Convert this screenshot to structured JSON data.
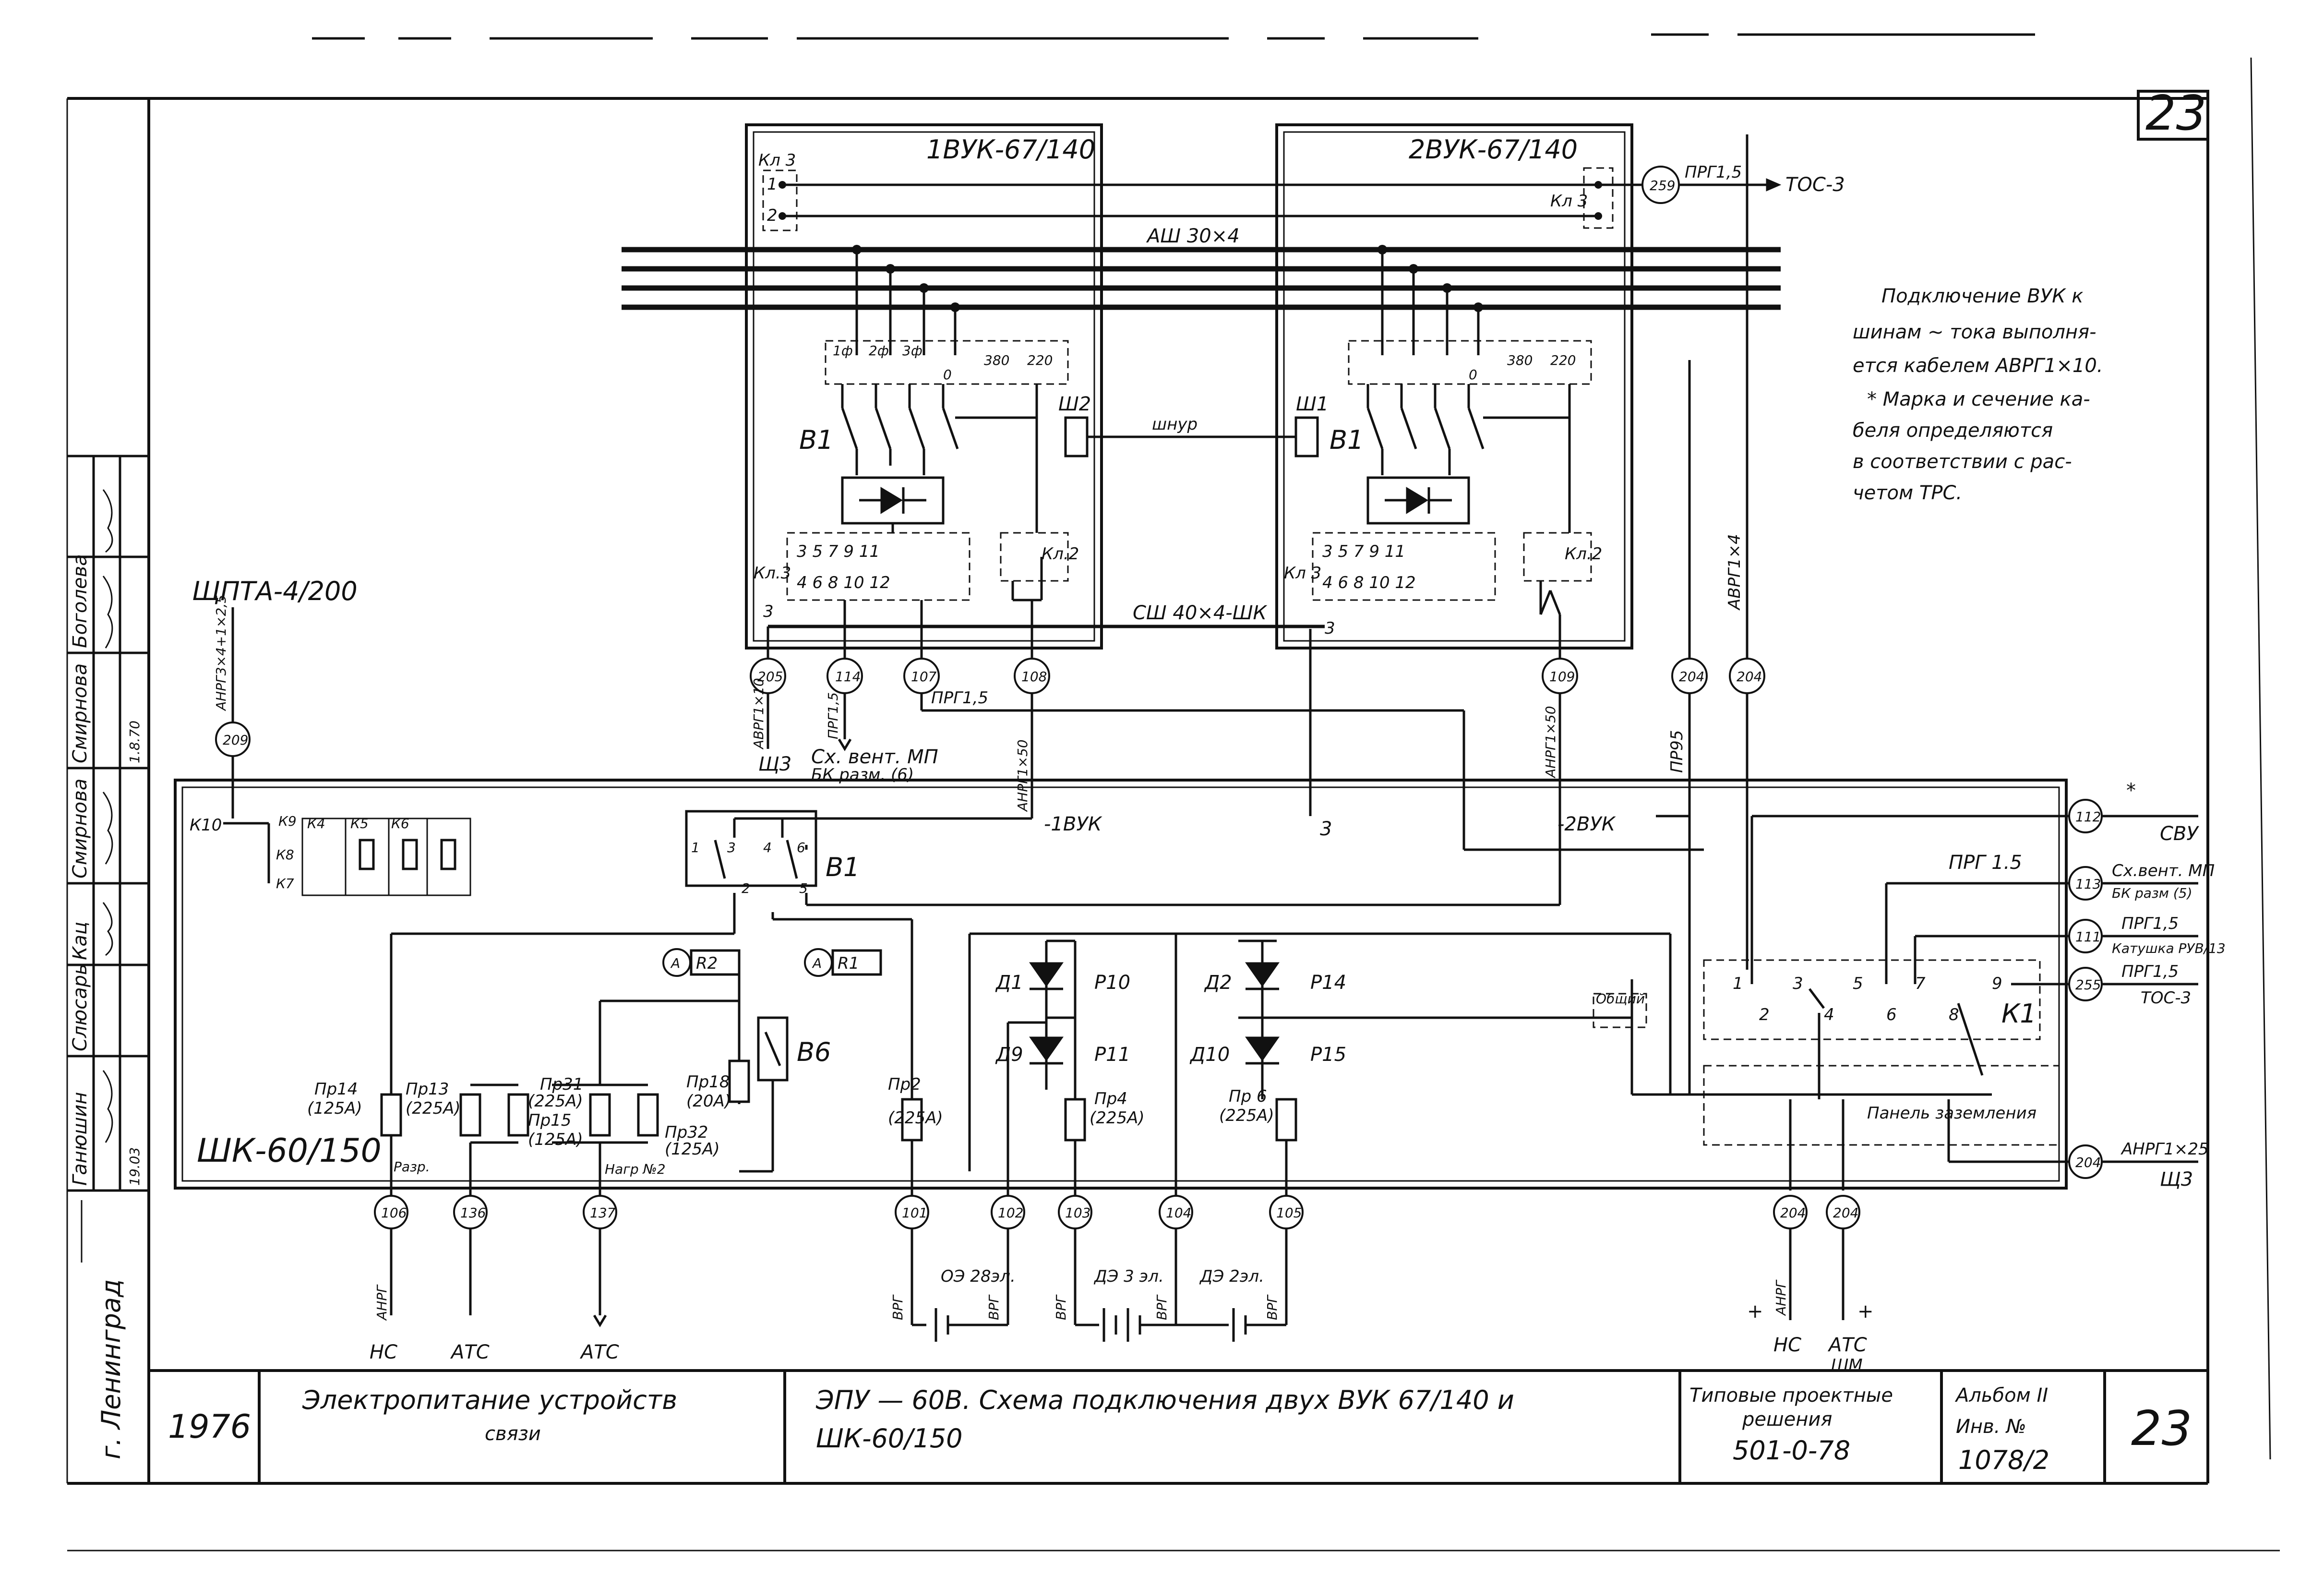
{
  "sheet_number": "23",
  "title_block": {
    "city": "г. Ленинград",
    "year": "1976",
    "subject_line1": "Электропитание устройств",
    "subject_line2": "связи",
    "drawing_line1": "ЭПУ — 60В.  Схема подключения двух ВУК 67/140 и",
    "drawing_line2": "ШК-60/150",
    "typical_label1": "Типовые проектные",
    "typical_label2": "решения",
    "typical_code": "501-0-78",
    "album_label": "Альбом II",
    "inv_label": "Инв. № ",
    "inv_value": "1078/2",
    "sheet": "23"
  },
  "approval_column": [
    {
      "name": "Ганюшин",
      "date": "19.03"
    },
    {
      "name": "Слюсарь",
      "date": ""
    },
    {
      "name": "Кац",
      "date": ""
    },
    {
      "name": "Смирнова",
      "date": ""
    },
    {
      "name": "Смирнова",
      "date": "1.8.70"
    },
    {
      "name": "Боголева",
      "date": ""
    }
  ],
  "note": {
    "line1": "Подключение ВУК к",
    "line2": "шинам ~ тока выполня-",
    "line3": "ется кабелем АВРГ1×10.",
    "line4": "* Марка и сечение ка-",
    "line5": "беля определяются",
    "line6": "в соответствии с рас-",
    "line7": "четом ТРС."
  },
  "vuk1": {
    "title": "1ВУК-67/140",
    "kl3": "Кл 3",
    "t1": "1",
    "t2": "2",
    "w1": "1ф",
    "w2": "2ф",
    "w3": "3ф",
    "w0": "0",
    "w380": "380",
    "w220": "220",
    "breaker": "В1",
    "plug": "Ш2",
    "kl3_low": "Кл.3",
    "kl2": "Кл.2",
    "terms_top": "3  5  7  9  11",
    "terms_bot": "4  6  8  10  12",
    "ground": "3"
  },
  "vuk2": {
    "title": "2ВУК-67/140",
    "kl3": "Кл 3",
    "breaker": "В1",
    "plug": "Ш1",
    "kl3_low": "Кл 3",
    "kl2": "Кл.2",
    "terms_top": "3  5  7  9  11",
    "terms_bot": "4  6  8  10  12",
    "w0": "0",
    "w380": "380",
    "w220": "220",
    "ground": "3"
  },
  "bus_label": "АШ 30×4",
  "cord_label": "шнур",
  "ground_bus_label": "СШ 40×4-ШК",
  "shchpta_label": "ЩПТА-4/200",
  "cable_209": "АНРГ3×4+1×2,5",
  "top_right": {
    "circle": "259",
    "cable": "ПРГ1,5",
    "target": "ТОС-3"
  },
  "circles_top": [
    {
      "id": "205",
      "cable": "АВРГ1×10",
      "target": "Щ3"
    },
    {
      "id": "114",
      "cable": "ПРГ1,5",
      "target": "Сх. вент. МП"
    },
    {
      "id": "107",
      "cable": "ПРГ1,5"
    },
    {
      "id": "108",
      "cable": "АНРГ1×50"
    },
    {
      "id": "109",
      "cable": "АНРГ1×50"
    },
    {
      "id": "204",
      "cable": "ПР95"
    },
    {
      "id": "204",
      "cable": "АВРГ1×4"
    }
  ],
  "target_114b": "БК разм. (6)",
  "vuk_refs": {
    "v1": "-1ВУК",
    "v2": "-2ВУК",
    "g": "3"
  },
  "shk": {
    "name": "ШК-60/150",
    "k10": "К10",
    "k9": "К9",
    "k8": "К8",
    "k7": "К7",
    "k4": "К4",
    "k5": "К5",
    "k6": "К6",
    "b1": "В1",
    "b1_t1": "1",
    "b1_t3": "3",
    "b1_t4": "4",
    "b1_t6": "6",
    "b1_t2": "2",
    "b1_t5": "5",
    "r2": "R2",
    "r1": "R1",
    "amm": "A",
    "b6": "В6",
    "d1": "Д1",
    "d9": "Д9",
    "d2": "Д2",
    "d10": "Д10",
    "p10": "Р10",
    "p11": "Р11",
    "p14": "Р14",
    "p15": "Р15",
    "pr14": "Пр14",
    "pr14v": "(125А)",
    "pr13": "Пр13",
    "pr13v": "(225А)",
    "pr31": "Пр31",
    "pr31v": "(225А)",
    "pr15": "Пр15",
    "pr15v": "(125А)",
    "pr32": "Пр32",
    "pr32v": "(125А)",
    "pr18": "Пр18",
    "pr18v": "(20А)",
    "pr2": "Пр2",
    "pr2v": "(225А)",
    "pr4": "Пр4",
    "pr4v": "(225А)",
    "pr6": "Пр 6",
    "pr6v": "(225А)",
    "razr": "Разр.",
    "nagr": "Нагр №2",
    "common": "Общий",
    "k1": "К1",
    "panel": "Панель заземления",
    "k1_terms": [
      "1",
      "2",
      "3",
      "4",
      "5",
      "6",
      "7",
      "8",
      "9"
    ]
  },
  "right_side": [
    {
      "id": "112",
      "target": "СВУ",
      "cable": "*"
    },
    {
      "id": "113",
      "target": "Сх.вент. МП",
      "target2": "БК разм (5)",
      "cable": "ПРГ 1.5"
    },
    {
      "id": "111",
      "target": "Катушка РУВ/13",
      "cable": "ПРГ1,5"
    },
    {
      "id": "255",
      "target": "ТОС-3",
      "cable": "ПРГ1,5"
    },
    {
      "id": "204",
      "target": "Щ3",
      "cable": "АНРГ1×25"
    }
  ],
  "bottom_circles": [
    {
      "id": "106",
      "cable": "АНРГ",
      "target": "НС"
    },
    {
      "id": "136",
      "target": "АТС"
    },
    {
      "id": "137",
      "target": "АТС"
    },
    {
      "id": "101",
      "cable": "ВРГ"
    },
    {
      "id": "102",
      "cable": "ВРГ"
    },
    {
      "id": "103",
      "cable": "ВРГ"
    },
    {
      "id": "104",
      "cable": "ВРГ"
    },
    {
      "id": "105",
      "cable": "ВРГ"
    },
    {
      "id": "204",
      "cable": "АНРГ",
      "target": "НС"
    },
    {
      "id": "204",
      "target": "АТС"
    }
  ],
  "batteries": {
    "b1": "ОЭ 28эл.",
    "b2": "ДЭ 3 эл.",
    "b3": "ДЭ 2эл."
  },
  "bottom_targets": {
    "shm": "ШМ",
    "star": "*",
    "plus": "+",
    "minus": "−"
  }
}
